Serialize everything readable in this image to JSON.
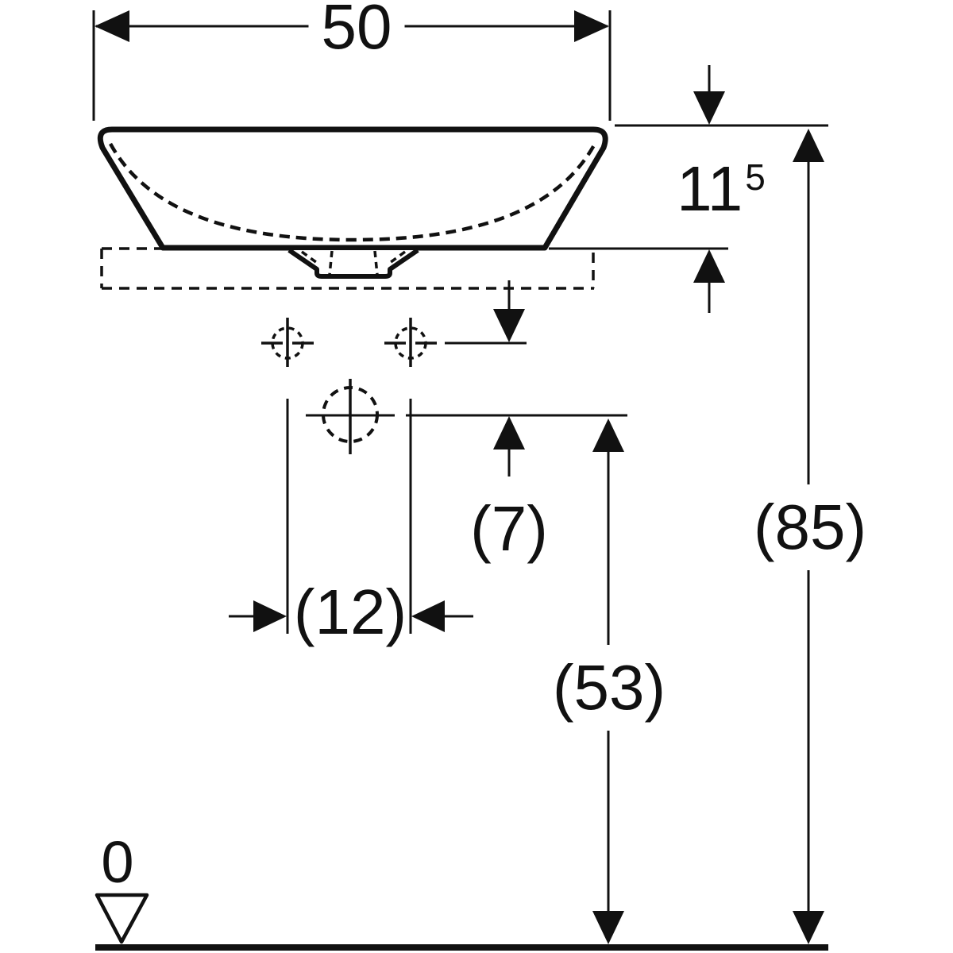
{
  "colors": {
    "ink": "#111111",
    "paper": "#ffffff"
  },
  "dimensions": {
    "overall_width": {
      "label": "50"
    },
    "basin_height": {
      "main": "11",
      "superscript": "5"
    },
    "tap_to_drain_offset": {
      "label": "(7)"
    },
    "tap_hole_spacing": {
      "label": "(12)"
    },
    "drain_outlet_height": {
      "label": "(53)"
    },
    "rim_height": {
      "label": "(85)"
    },
    "floor_datum": {
      "label": "0"
    }
  }
}
